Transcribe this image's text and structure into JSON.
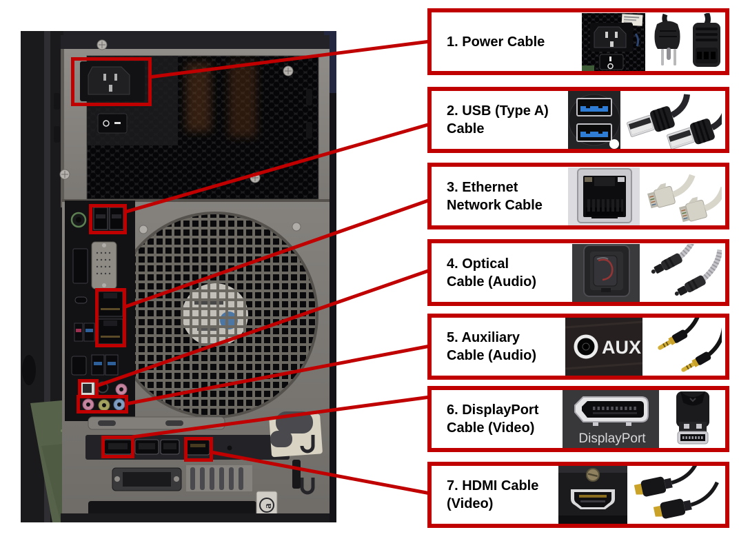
{
  "theme": {
    "accent_red": "#c00000",
    "page_background": "#ffffff",
    "label_text_color": "#000000"
  },
  "photo": {
    "description": "Photo of the rear of a black desktop tower PC showing power supply, motherboard I/O panel, case fan vent and expansion slot ports",
    "highlights": [
      {
        "target": "power-inlet"
      },
      {
        "target": "usb-type-a-ports"
      },
      {
        "target": "ethernet-ports"
      },
      {
        "target": "optical-audio-port"
      },
      {
        "target": "audio-jacks"
      },
      {
        "target": "displayport-port"
      },
      {
        "target": "hdmi-port"
      }
    ]
  },
  "callouts": [
    {
      "label_lines": [
        "1. Power Cable",
        ""
      ],
      "port_image": "power-inlet-and-switch-photo",
      "cable_image": "power-cable-connectors-photo"
    },
    {
      "label_lines": [
        "2. USB (Type A)",
        "Cable"
      ],
      "port_image": "dual-usb-a-ports-photo",
      "cable_image": "usb-a-connectors-photo"
    },
    {
      "label_lines": [
        "3. Ethernet",
        "Network Cable"
      ],
      "port_image": "rj45-port-photo",
      "cable_image": "ethernet-cable-connectors-photo"
    },
    {
      "label_lines": [
        "4. Optical",
        "Cable (Audio)"
      ],
      "port_image": "toslink-port-photo",
      "cable_image": "optical-cable-connectors-photo"
    },
    {
      "label_lines": [
        "5. Auxiliary",
        "Cable (Audio)"
      ],
      "port_label": "AUX",
      "port_image": "aux-jack-photo",
      "cable_image": "aux-cable-connectors-photo"
    },
    {
      "label_lines": [
        "6. DisplayPort",
        "Cable (Video)"
      ],
      "port_label": "DisplayPort",
      "port_image": "displayport-port-photo",
      "cable_image": "displayport-connector-photo"
    },
    {
      "label_lines": [
        "7. HDMI Cable",
        "(Video)"
      ],
      "port_image": "hdmi-port-photo",
      "cable_image": "hdmi-cable-connectors-photo"
    }
  ]
}
